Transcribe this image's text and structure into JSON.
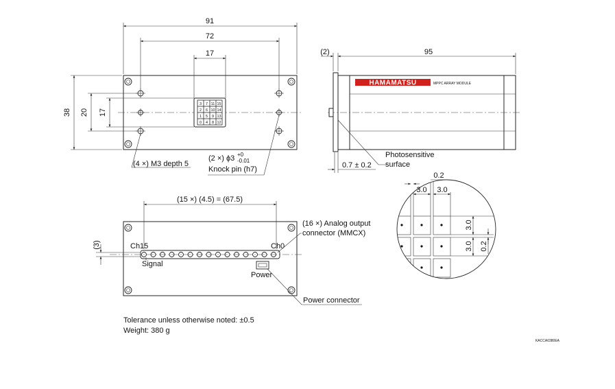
{
  "top_view": {
    "dim_width": "91",
    "dim_hole_pitch": "72",
    "dim_array": "17",
    "dim_height": "38",
    "dim_20": "20",
    "dim_17v": "17",
    "pixel_grid": [
      [
        "3",
        "7",
        "11",
        "15"
      ],
      [
        "2",
        "6",
        "10",
        "14"
      ],
      [
        "1",
        "5",
        "9",
        "13"
      ],
      [
        "0",
        "4",
        "8",
        "12"
      ]
    ],
    "mount_hole_label": "(4 ×) M3 depth 5",
    "knock_pin_line1_prefix": "(2 ×) ϕ3",
    "knock_pin_tol_plus": "+0",
    "knock_pin_tol_minus": "-0.01",
    "knock_pin_line2": "Knock pin (h7)"
  },
  "side_view": {
    "dim_offset": "(2)",
    "dim_length": "95",
    "brand": "HAMAMATSU",
    "product": "MPPC ARRAY MODULE",
    "dim_surface": "0.7 ± 0.2",
    "photo_line1": "Photosensitive",
    "photo_line2": "surface"
  },
  "bottom_view": {
    "dim_pitch": "(15 ×) (4.5) = (67.5)",
    "dim_3": "(3)",
    "ch15": "Ch15",
    "ch0": "Ch0",
    "signal": "Signal",
    "power": "Power",
    "analog_line1": "(16 ×) Analog output",
    "analog_line2": "connector (MMCX)",
    "power_connector": "Power connector"
  },
  "detail": {
    "gap_top": "0.2",
    "pitch_a": "3.0",
    "pitch_b": "3.0",
    "pitch_v1": "3.0",
    "pitch_v2": "3.0",
    "gap_side": "0.2"
  },
  "notes": {
    "tolerance": "Tolerance unless otherwise noted: ±0.5",
    "weight": "Weight: 380 g",
    "code": "KACCA0380EA"
  },
  "colors": {
    "brand_red": "#d0211c",
    "line": "#222222"
  }
}
